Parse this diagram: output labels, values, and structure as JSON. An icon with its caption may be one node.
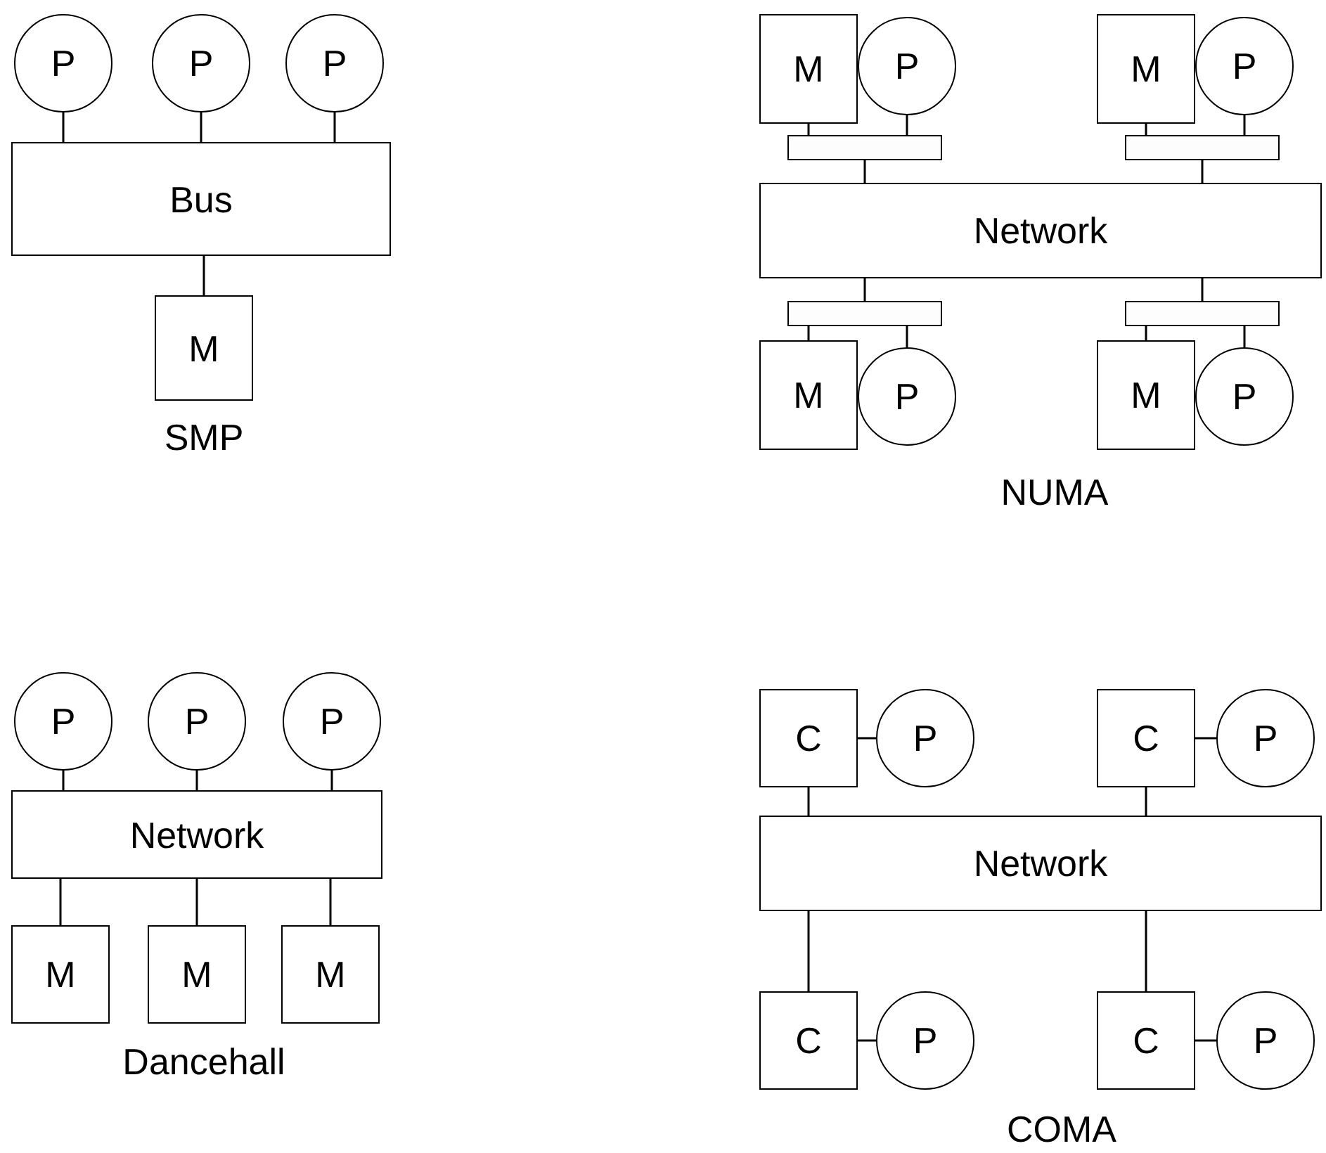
{
  "diagram": {
    "nodes": [
      {
        "text": [
          "P"
        ]
      },
      {
        "text": [
          "P"
        ]
      },
      {
        "text": [
          "P"
        ]
      },
      {
        "text": [
          "Bus"
        ]
      },
      {
        "text": [
          "M"
        ]
      },
      {
        "text": [
          "M"
        ]
      },
      {
        "text": [
          "P"
        ]
      },
      {
        "text": [
          "M"
        ]
      },
      {
        "text": [
          "P"
        ]
      },
      {
        "text": [],
        "shape": "bar"
      },
      {
        "text": [],
        "shape": "bar"
      },
      {
        "text": [
          "Network"
        ]
      },
      {
        "text": [],
        "shape": "bar"
      },
      {
        "text": [],
        "shape": "bar"
      },
      {
        "text": [
          "M"
        ]
      },
      {
        "text": [
          "P"
        ]
      },
      {
        "text": [
          "M"
        ]
      },
      {
        "text": [
          "P"
        ]
      },
      {
        "text": [
          "P"
        ]
      },
      {
        "text": [
          "P"
        ]
      },
      {
        "text": [
          "P"
        ]
      },
      {
        "text": [
          "Network"
        ]
      },
      {
        "text": [
          "M"
        ]
      },
      {
        "text": [
          "M"
        ]
      },
      {
        "text": [
          "M"
        ]
      },
      {
        "text": [
          "C"
        ]
      },
      {
        "text": [
          "P"
        ]
      },
      {
        "text": [
          "C"
        ]
      },
      {
        "text": [
          "P"
        ]
      },
      {
        "text": [
          "Network"
        ]
      },
      {
        "text": [
          "C"
        ]
      },
      {
        "text": [
          "P"
        ]
      },
      {
        "text": [
          "C"
        ]
      },
      {
        "text": [
          "P"
        ]
      }
    ],
    "edges": [
      {
        "from": 0,
        "to": 3,
        "arrow": "none"
      },
      {
        "from": 1,
        "to": 3,
        "arrow": "none"
      },
      {
        "from": 2,
        "to": 3,
        "arrow": "none"
      },
      {
        "from": 3,
        "to": 4,
        "arrow": "none"
      },
      {
        "from": 5,
        "to": 9,
        "arrow": "none"
      },
      {
        "from": 6,
        "to": 9,
        "arrow": "none"
      },
      {
        "from": 7,
        "to": 10,
        "arrow": "none"
      },
      {
        "from": 8,
        "to": 10,
        "arrow": "none"
      },
      {
        "from": 9,
        "to": 11,
        "arrow": "none"
      },
      {
        "from": 10,
        "to": 11,
        "arrow": "none"
      },
      {
        "from": 11,
        "to": 12,
        "arrow": "none"
      },
      {
        "from": 11,
        "to": 13,
        "arrow": "none"
      },
      {
        "from": 12,
        "to": 14,
        "arrow": "none"
      },
      {
        "from": 12,
        "to": 15,
        "arrow": "none"
      },
      {
        "from": 13,
        "to": 16,
        "arrow": "none"
      },
      {
        "from": 13,
        "to": 17,
        "arrow": "none"
      },
      {
        "from": 18,
        "to": 21,
        "arrow": "none"
      },
      {
        "from": 19,
        "to": 21,
        "arrow": "none"
      },
      {
        "from": 20,
        "to": 21,
        "arrow": "none"
      },
      {
        "from": 21,
        "to": 22,
        "arrow": "none"
      },
      {
        "from": 21,
        "to": 23,
        "arrow": "none"
      },
      {
        "from": 21,
        "to": 24,
        "arrow": "none"
      },
      {
        "from": 25,
        "to": 26,
        "arrow": "none"
      },
      {
        "from": 27,
        "to": 28,
        "arrow": "none"
      },
      {
        "from": 25,
        "to": 29,
        "arrow": "none"
      },
      {
        "from": 27,
        "to": 29,
        "arrow": "none"
      },
      {
        "from": 29,
        "to": 30,
        "arrow": "none"
      },
      {
        "from": 29,
        "to": 32,
        "arrow": "none"
      },
      {
        "from": 30,
        "to": 31,
        "arrow": "none"
      },
      {
        "from": 32,
        "to": 33,
        "arrow": "none"
      }
    ],
    "labels": [
      "SMP",
      "NUMA",
      "Dancehall",
      "COMA"
    ]
  }
}
